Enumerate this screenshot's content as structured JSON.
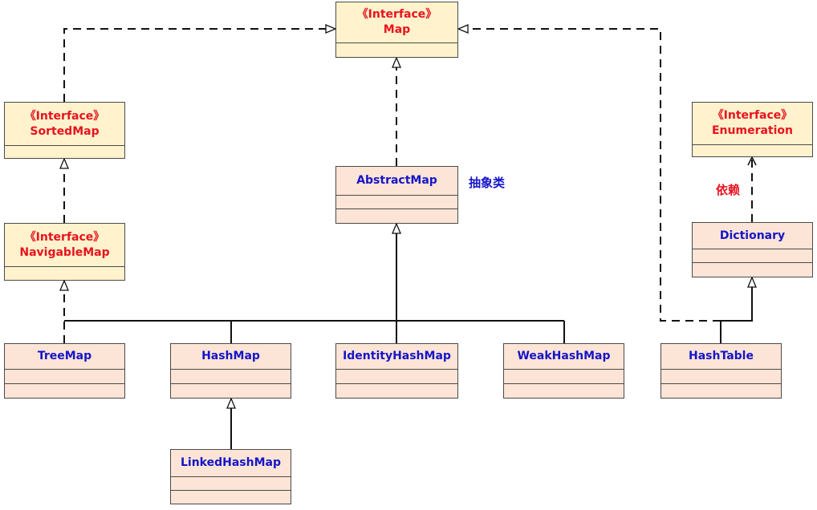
{
  "interfaces": {
    "map": {
      "stereotype": "《Interface》",
      "name": "Map"
    },
    "sorted_map": {
      "stereotype": "《Interface》",
      "name": "SortedMap"
    },
    "navigable_map": {
      "stereotype": "《Interface》",
      "name": "NavigableMap"
    },
    "enumeration": {
      "stereotype": "《Interface》",
      "name": "Enumeration"
    }
  },
  "classes": {
    "abstract_map": "AbstractMap",
    "dictionary": "Dictionary",
    "tree_map": "TreeMap",
    "hash_map": "HashMap",
    "identity_hash_map": "IdentityHashMap",
    "weak_hash_map": "WeakHashMap",
    "hash_table": "HashTable",
    "linked_hash_map": "LinkedHashMap"
  },
  "notes": {
    "abstract_class": "抽象类",
    "dependency": "依赖"
  },
  "colors": {
    "interface_fill": "#fff2cc",
    "class_fill": "#fce4d6",
    "interface_text": "#e8121e",
    "class_text": "#1515c8",
    "line": "#111111"
  }
}
